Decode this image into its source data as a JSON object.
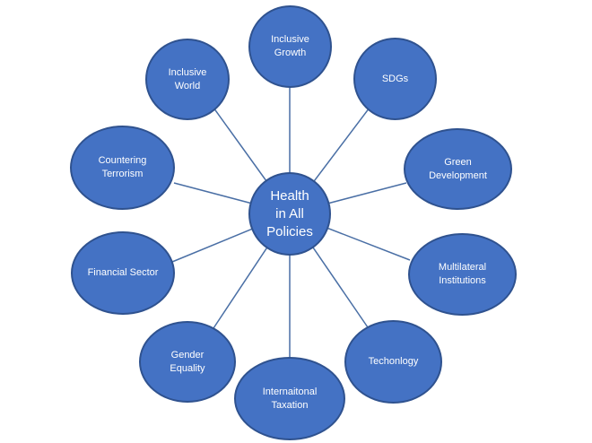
{
  "center": {
    "label": "Health\nin All\nPolicies",
    "fill": "#4472c4",
    "stroke": "#2f528f"
  },
  "nodes": [
    {
      "id": "inclusive-growth",
      "label": "Inclusive\nGrowth"
    },
    {
      "id": "sdgs",
      "label": "SDGs"
    },
    {
      "id": "green-development",
      "label": "Green\nDevelopment"
    },
    {
      "id": "multilateral-institutions",
      "label": "Multilateral\nInstitutions"
    },
    {
      "id": "techonlogy",
      "label": "Techonlogy"
    },
    {
      "id": "international-taxation",
      "label": "Internaitonal\nTaxation"
    },
    {
      "id": "gender-equality",
      "label": "Gender\nEquality"
    },
    {
      "id": "financial-sector",
      "label": "Financial Sector"
    },
    {
      "id": "countering-terrorism",
      "label": "Countering\nTerrorism"
    },
    {
      "id": "inclusive-world",
      "label": "Inclusive\nWorld"
    }
  ],
  "colors": {
    "node_fill": "#4472c4",
    "node_stroke": "#2f528f",
    "connector": "#4a6fa5",
    "background": "#ffffff"
  }
}
